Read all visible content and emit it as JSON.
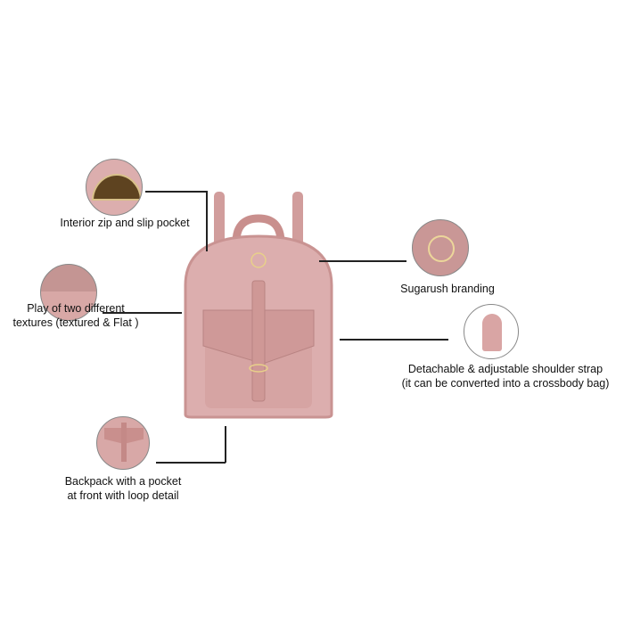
{
  "features": [
    {
      "label_lines": [
        "Interior zip and slip pocket"
      ],
      "icon": "interior-pocket"
    },
    {
      "label_lines": [
        "Play of two different",
        "textures (textured & Flat )"
      ],
      "icon": "texture-swatch"
    },
    {
      "label_lines": [
        "Backpack with a pocket",
        "at front with loop detail"
      ],
      "icon": "front-pocket"
    },
    {
      "label_lines": [
        "Sugarush branding"
      ],
      "icon": "brand-logo"
    },
    {
      "label_lines": [
        "Detachable & adjustable shoulder strap",
        "(it can be converted into a crossbody bag)"
      ],
      "icon": "backpack-back-view"
    }
  ],
  "colors": {
    "bag": "#d9a7a6",
    "bag_dark": "#c98f8d",
    "gold": "#e8d08a",
    "line": "#222222"
  }
}
